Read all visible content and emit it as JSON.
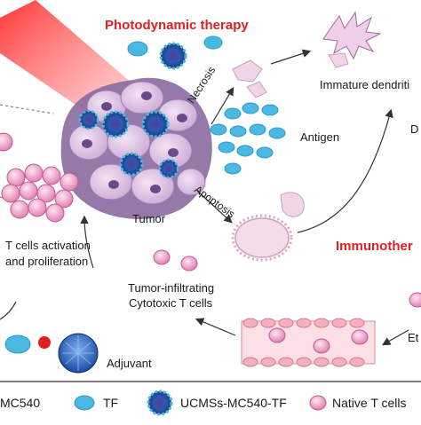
{
  "labels": {
    "photodynamic_therapy": "Photodynamic therapy",
    "immature_dendritic": "Immature dendriti",
    "necrosis": "Necrosis",
    "antigen": "Antigen",
    "apoptosis": "Apoptosis",
    "tumor": "Tumor",
    "t_cells_activation_line1": "T cells activation",
    "t_cells_activation_line2": "and proliferation",
    "immunotherapy": "Immunother",
    "tumor_infiltrating_line1": "Tumor-infiltrating",
    "tumor_infiltrating_line2": "Cytotoxic T cells",
    "adjuvant": "Adjuvant",
    "edge_d": "D",
    "edge_et": "Et"
  },
  "legend": {
    "item1": "MC540",
    "item2": "TF",
    "item3": "UCMSs-MC540-TF",
    "item4": "Native T cells"
  },
  "colors": {
    "accent_red": "#e02020",
    "tumor_purple": "#d8c0e0",
    "tumor_dark": "#8a6aa0",
    "tcell_pink": "#e88ab8",
    "tf_cyan": "#4ab8e0",
    "nanoparticle_blue": "#2a5ab0"
  }
}
